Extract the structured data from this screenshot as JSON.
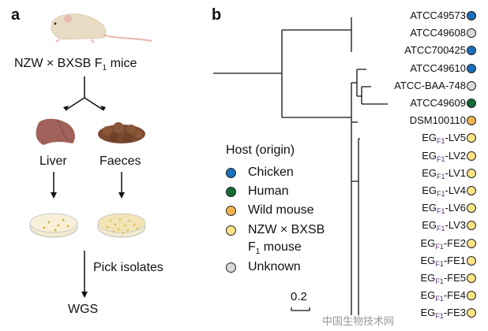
{
  "panel_a": {
    "label": "a",
    "mice": "NZW × BXSB F",
    "mice_sub": "1",
    "mice_suffix": " mice",
    "liver": "Liver",
    "faeces": "Faeces",
    "pick": "Pick isolates",
    "wgs": "WGS"
  },
  "panel_b": {
    "label": "b",
    "legend_title": "Host (origin)",
    "legend": [
      {
        "label": "Chicken",
        "color": "#1a6fba"
      },
      {
        "label": "Human",
        "color": "#116b3a"
      },
      {
        "label": "Wild mouse",
        "color": "#f0b54f"
      },
      {
        "label": "NZW × BXSB",
        "label2": "F",
        "label2_sub": "1",
        "label2_suffix": " mouse",
        "color": "#fde387"
      },
      {
        "label": "Unknown",
        "color": "#d9d9d9"
      }
    ],
    "scale_bar": "0.2",
    "leaves": [
      {
        "name": "ATCC49573",
        "host": "Chicken",
        "color": "#1a6fba"
      },
      {
        "name": "ATCC49608",
        "host": "Unknown",
        "color": "#d9d9d9"
      },
      {
        "name": "ATCC700425",
        "host": "Chicken",
        "color": "#1a6fba"
      },
      {
        "name": "ATCC49610",
        "host": "Chicken",
        "color": "#1a6fba"
      },
      {
        "name": "ATCC-BAA-748",
        "host": "Unknown",
        "color": "#d9d9d9"
      },
      {
        "name": "ATCC49609",
        "host": "Human",
        "color": "#116b3a"
      },
      {
        "name": "DSM100110",
        "host": "Wild mouse",
        "color": "#f0b54f"
      },
      {
        "pre": "EG",
        "sub": "F1",
        "name": "-LV5",
        "color": "#fde387"
      },
      {
        "pre": "EG",
        "sub": "F1",
        "name": "-LV2",
        "color": "#fde387"
      },
      {
        "pre": "EG",
        "sub": "F1",
        "name": "-LV1",
        "color": "#fde387"
      },
      {
        "pre": "EG",
        "sub": "F1",
        "name": "-LV4",
        "color": "#fde387"
      },
      {
        "pre": "EG",
        "sub": "F1",
        "name": "-LV6",
        "color": "#fde387"
      },
      {
        "pre": "EG",
        "sub": "F1",
        "name": "-LV3",
        "color": "#fde387"
      },
      {
        "pre": "EG",
        "sub": "F1",
        "name": "-FE2",
        "color": "#fde387"
      },
      {
        "pre": "EG",
        "sub": "F1",
        "name": "-FE1",
        "color": "#fde387"
      },
      {
        "pre": "EG",
        "sub": "F1",
        "name": "-FE5",
        "color": "#fde387"
      },
      {
        "pre": "EG",
        "sub": "F1",
        "name": "-FE4",
        "color": "#fde387"
      },
      {
        "pre": "EG",
        "sub": "F1",
        "name": "-FE3",
        "color": "#fde387"
      }
    ]
  },
  "watermark": "中国生物技术网"
}
